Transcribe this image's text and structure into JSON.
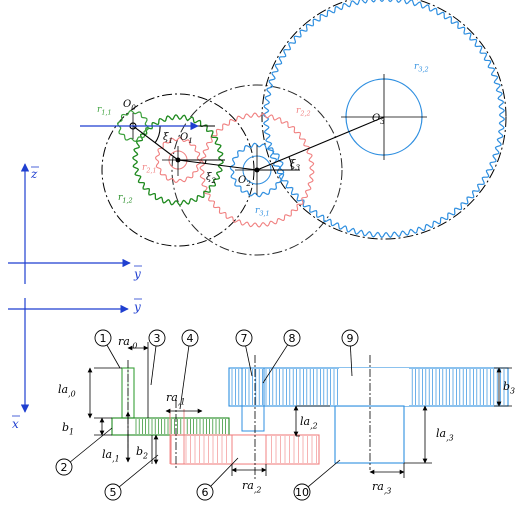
{
  "colors": {
    "ink": "#000000",
    "axis": "#1f3fd0",
    "gear0": "#3aa03a",
    "gear1": "#1f8a1f",
    "gear2": "#f08080",
    "gear3": "#2f8fe0"
  },
  "front_view": {
    "labels": {
      "r11": "r1,1",
      "r12": "r1,2",
      "r21": "r2,1",
      "r22": "r2,2",
      "r31": "r3,1",
      "r32": "r3,2",
      "O0": "O0",
      "O1": "O1",
      "O2": "O2",
      "O3": "O3",
      "xi1": "ξ1",
      "xi2": "ξ2",
      "xi3": "ξ3"
    },
    "axes": {
      "z": "z",
      "y": "y"
    }
  },
  "side_view": {
    "axes": {
      "y": "y",
      "x": "x"
    },
    "dims": {
      "ra0": "ra,0",
      "ra1": "ra,1",
      "ra2": "ra,2",
      "ra3": "ra,3",
      "la0": "la,0",
      "la1": "la,1",
      "la2": "la,2",
      "la3": "la,3",
      "b1": "b1",
      "b2": "b2",
      "b3": "b3"
    },
    "callouts": [
      "1",
      "2",
      "3",
      "4",
      "5",
      "6",
      "7",
      "8",
      "9",
      "10"
    ]
  }
}
